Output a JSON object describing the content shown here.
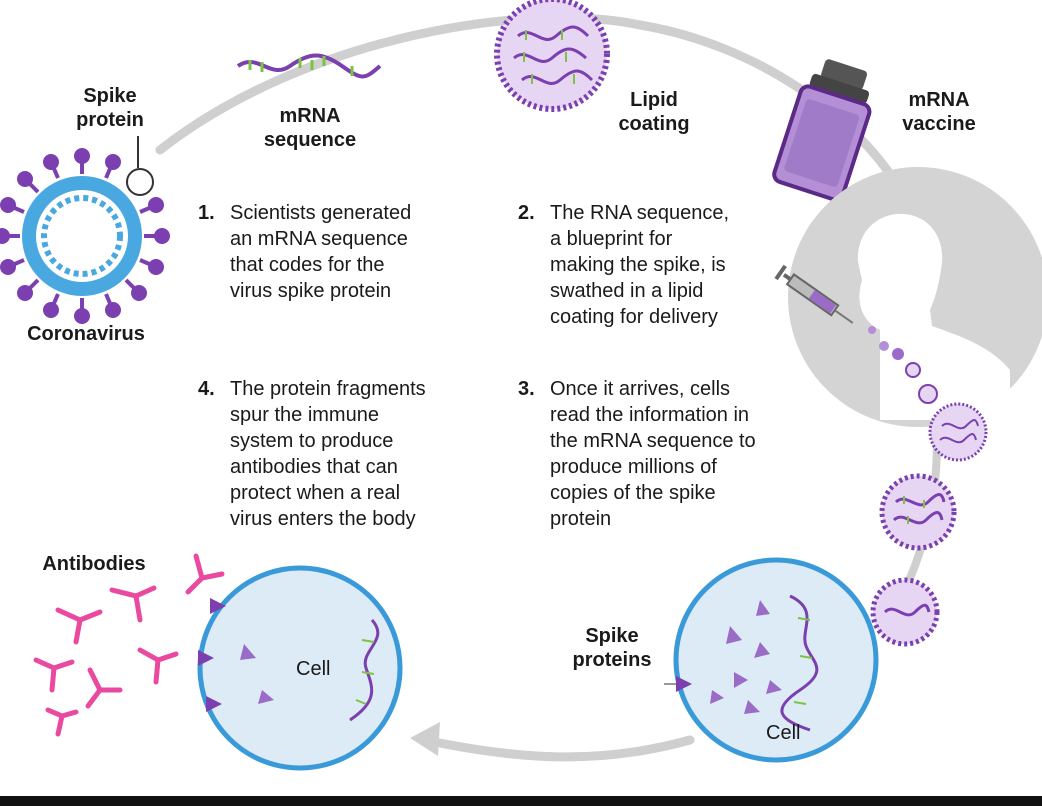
{
  "labels": {
    "spike_protein": [
      "Spike",
      "protein"
    ],
    "coronavirus": "Coronavirus",
    "mrna_sequence": [
      "mRNA",
      "sequence"
    ],
    "lipid_coating": [
      "Lipid",
      "coating"
    ],
    "mrna_vaccine": [
      "mRNA",
      "vaccine"
    ],
    "antibodies": "Antibodies",
    "spike_proteins": [
      "Spike",
      "proteins"
    ],
    "cell_left": "Cell",
    "cell_right": "Cell"
  },
  "steps": [
    {
      "num": "1.",
      "lines": [
        "Scientists generated",
        "an mRNA sequence",
        "that codes for the",
        "virus spike protein"
      ]
    },
    {
      "num": "2.",
      "lines": [
        "The RNA sequence,",
        "a blueprint for",
        "making the spike, is",
        "swathed in a lipid",
        "coating for delivery"
      ]
    },
    {
      "num": "3.",
      "lines": [
        "Once it arrives, cells",
        "read the information in",
        "the mRNA sequence to",
        "produce millions of",
        "copies of the spike",
        "protein"
      ]
    },
    {
      "num": "4.",
      "lines": [
        "The protein fragments",
        "spur the immune",
        "system to produce",
        "antibodies that can",
        "protect when a real",
        "virus enters the body"
      ]
    }
  ],
  "colors": {
    "cycle_arrow": "#cfcfcf",
    "cell_fill": "#dcebf5",
    "cell_stroke": "#3a9ad9",
    "virus_blue": "#4aa8e0",
    "spike_purple": "#7b3fb0",
    "lipid_fill": "#e6d6f3",
    "antibody_pink": "#e94aa0",
    "person_gray": "#d4d4d4",
    "rna_green": "#7dc242"
  },
  "icons": [
    "coronavirus-icon",
    "mrna-strand-icon",
    "lipid-nanoparticle-icon",
    "vaccine-vial-icon",
    "person-silhouette-icon",
    "syringe-icon",
    "antibody-icon",
    "cell-icon"
  ]
}
